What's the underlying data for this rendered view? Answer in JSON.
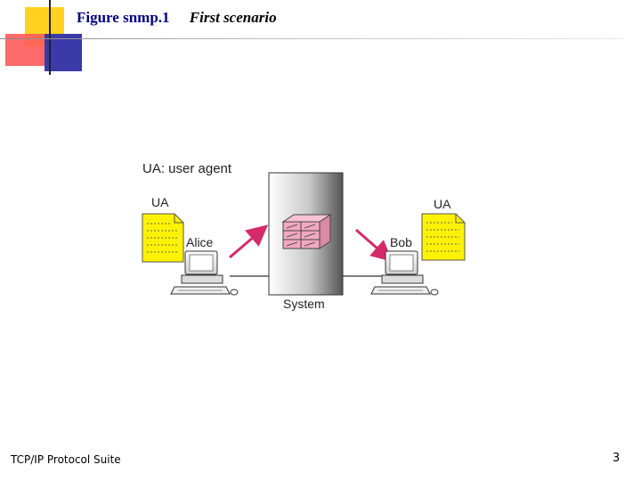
{
  "header": {
    "figure_label": "Figure snmp.1",
    "figure_title": "First scenario"
  },
  "diagram": {
    "legend": "UA: user agent",
    "left_ua_label": "UA",
    "right_ua_label": "UA",
    "left_user": "Alice",
    "right_user": "Bob",
    "system_label": "System"
  },
  "footer": {
    "left_text": "TCP/IP Protocol Suite",
    "page_number": "3"
  },
  "colors": {
    "title": "#000080",
    "arrow": "#d42a6b",
    "mailbox": "#f3a7c0",
    "ua_doc": "#fff200"
  }
}
